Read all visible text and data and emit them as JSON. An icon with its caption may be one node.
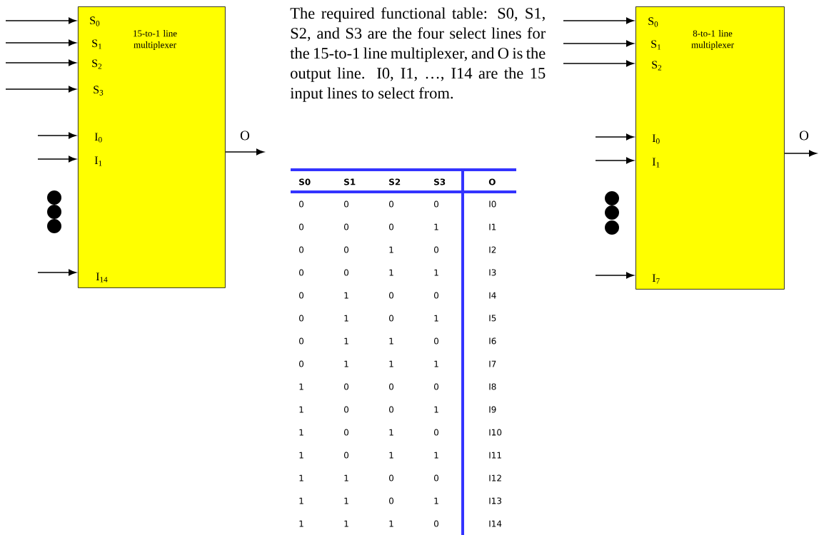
{
  "diagram": {
    "nodes": [
      {
        "text": [
          "15-to-1 line multiplexer",
          "S$_{0}$",
          "S$_{1}$",
          "S$_{2}$",
          "S$_{3}$",
          "I$_{0}$",
          "I$_{1}$",
          "I$_{14}$"
        ]
      },
      {
        "text": [
          "8-to-1 line multiplexer",
          "S$_{0}$",
          "S$_{1}$",
          "S$_{2}$",
          "I$_{0}$",
          "I$_{1}$",
          "I$_{7}$"
        ]
      }
    ],
    "edges": [
      {
        "from": null,
        "to": 0,
        "arrow": "to"
      },
      {
        "from": null,
        "to": 0,
        "arrow": "to"
      },
      {
        "from": null,
        "to": 0,
        "arrow": "to"
      },
      {
        "from": null,
        "to": 0,
        "arrow": "to"
      },
      {
        "from": null,
        "to": 0,
        "arrow": "to"
      },
      {
        "from": null,
        "to": 0,
        "arrow": "to"
      },
      {
        "from": null,
        "to": 0,
        "arrow": "to"
      },
      {
        "from": 0,
        "to": null,
        "arrow": "to",
        "label": "O"
      },
      {
        "from": null,
        "to": 1,
        "arrow": "to"
      },
      {
        "from": null,
        "to": 1,
        "arrow": "to"
      },
      {
        "from": null,
        "to": 1,
        "arrow": "to"
      },
      {
        "from": null,
        "to": 1,
        "arrow": "to"
      },
      {
        "from": null,
        "to": 1,
        "arrow": "to"
      },
      {
        "from": null,
        "to": 1,
        "arrow": "to"
      },
      {
        "from": 1,
        "to": null,
        "arrow": "to",
        "label": "O"
      }
    ],
    "labels": [
      "The required functional table: S0, S1, S2, and S3 are the four select lines for the 15-to-1 line multiplexer, and O is the output line. I0, I1, …, I14 are the 15 input lines to select from.",
      "S0",
      "S1",
      "S2",
      "S3",
      "O",
      "0",
      "0",
      "0",
      "0",
      "I0",
      "0",
      "0",
      "0",
      "1",
      "I1",
      "0",
      "0",
      "1",
      "0",
      "I2",
      "0",
      "0",
      "1",
      "1",
      "I3",
      "0",
      "1",
      "0",
      "0",
      "I4",
      "0",
      "1",
      "0",
      "1",
      "I5",
      "0",
      "1",
      "1",
      "0",
      "I6",
      "0",
      "1",
      "1",
      "1",
      "I7",
      "1",
      "0",
      "0",
      "0",
      "I8",
      "1",
      "0",
      "0",
      "1",
      "I9",
      "1",
      "0",
      "1",
      "0",
      "I10",
      "1",
      "0",
      "1",
      "1",
      "I11",
      "1",
      "1",
      "0",
      "0",
      "I12",
      "1",
      "1",
      "0",
      "1",
      "I13",
      "1",
      "1",
      "1",
      "0",
      "I14"
    ]
  }
}
